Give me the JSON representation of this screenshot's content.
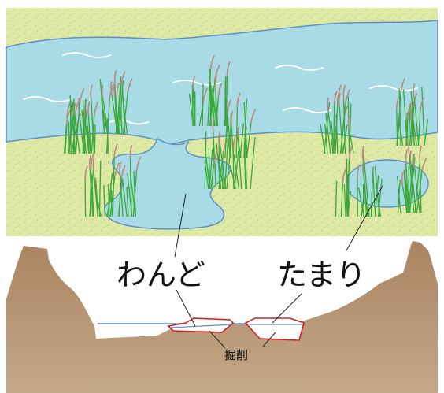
{
  "labels": {
    "wando": "わんど",
    "tamari": "たまり",
    "kussaku": "掘削"
  },
  "colors": {
    "grass": "#dfe9a6",
    "water": "#a9dbe6",
    "water_edge": "#5f8fc4",
    "reed": "#3aa83a",
    "reed_plume": "#b58a7a",
    "earth": "#b18b66",
    "excavation_line": "#d42020",
    "leader_line": "#222222"
  }
}
